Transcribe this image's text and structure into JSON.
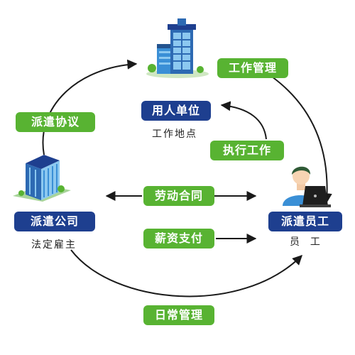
{
  "nodes": {
    "user_unit": {
      "label": "用人单位",
      "subtitle": "工作地点"
    },
    "dispatch_company": {
      "label": "派遣公司",
      "subtitle": "法定雇主"
    },
    "dispatched_employee": {
      "label": "派遣员工",
      "subtitle": "员  工"
    }
  },
  "relations": {
    "dispatch_agreement": "派遣协议",
    "work_management": "工作管理",
    "perform_work": "执行工作",
    "labor_contract": "劳动合同",
    "salary_payment": "薪资支付",
    "daily_management": "日常管理"
  },
  "colors": {
    "green": "#58b332",
    "blue": "#1e3f8f",
    "arrow": "#1a1a1a"
  },
  "icons": {
    "user_unit": "office-building-icon",
    "dispatch_company": "tower-building-icon",
    "dispatched_employee": "worker-laptop-icon"
  }
}
